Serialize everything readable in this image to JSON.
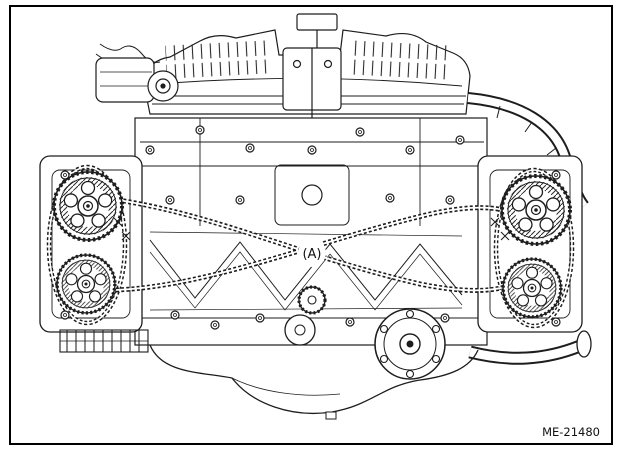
{
  "diagram": {
    "kind": "engine-front-view-line-illustration",
    "center_label": "(A)",
    "figure_code": "ME-21480"
  },
  "colors": {
    "line": "#1d1d1d",
    "background": "#ffffff",
    "frame": "#000000"
  }
}
